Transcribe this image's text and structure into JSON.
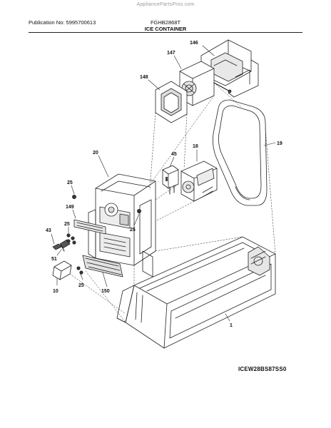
{
  "header": {
    "watermark": "AppliancePartsPros.com",
    "publication": "Publication No: 5995700613",
    "model": "FGHB2868T",
    "section_title": "ICE CONTAINER"
  },
  "diagram": {
    "code": "ICEW28BS87SS0",
    "callouts": {
      "c146": "146",
      "c147": "147",
      "c148": "148",
      "c45": "45",
      "c18": "18",
      "c19": "19",
      "c20": "20",
      "c25a": "25",
      "c25b": "25",
      "c25c": "25",
      "c25d": "25",
      "c149": "149",
      "c43": "43",
      "c51": "51",
      "c10": "10",
      "c150": "150",
      "c1": "1"
    }
  }
}
